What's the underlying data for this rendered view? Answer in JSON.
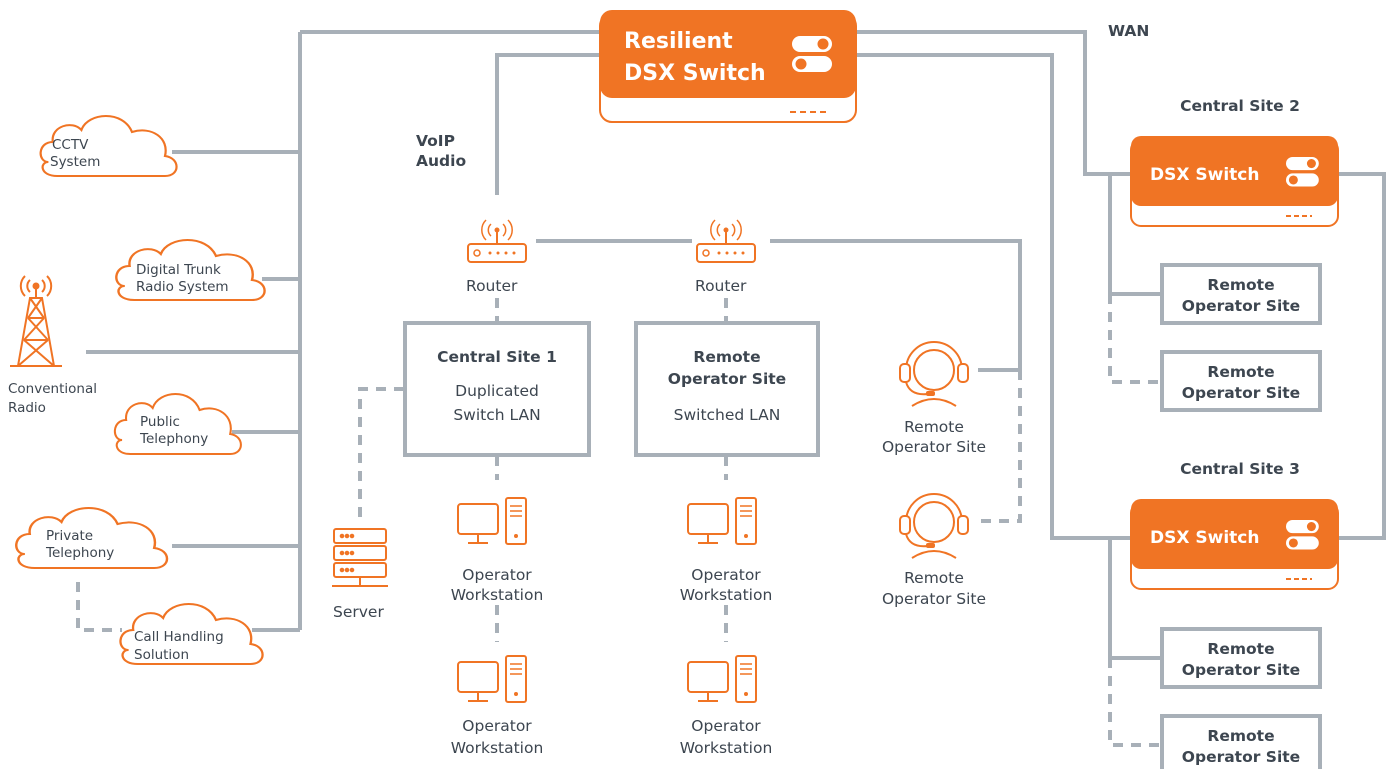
{
  "colors": {
    "accent": "#f07424",
    "line": "#a8b0b8",
    "text": "#3d4650",
    "box_border": "#a8b0b8"
  },
  "labels": {
    "wan": "WAN",
    "voip_1": "VoIP",
    "voip_2": "Audio",
    "router": "Router",
    "server": "Server",
    "central_site_2": "Central Site 2",
    "central_site_3": "Central Site 3"
  },
  "resilient_switch": {
    "line1": "Resilient",
    "line2": "DSX Switch"
  },
  "dsx_switch_label": "DSX Switch",
  "sources": {
    "cctv": [
      "CCTV",
      "System"
    ],
    "digital_trunk": [
      "Digital Trunk",
      "Radio System"
    ],
    "conventional": [
      "Conventional",
      "Radio"
    ],
    "public_tel": [
      "Public",
      "Telephony"
    ],
    "private_tel": [
      "Private",
      "Telephony"
    ],
    "call_handling": [
      "Call Handling",
      "Solution"
    ]
  },
  "central_site_1": {
    "title": "Central Site 1",
    "line1": "Duplicated",
    "line2": "Switch LAN"
  },
  "remote_site_lan": {
    "title1": "Remote",
    "title2": "Operator Site",
    "line1": "Switched LAN"
  },
  "workstation": [
    "Operator",
    "Workstation"
  ],
  "remote_operator": [
    "Remote",
    "Operator Site"
  ],
  "remote_operator_box": [
    "Remote",
    "Operator Site"
  ]
}
